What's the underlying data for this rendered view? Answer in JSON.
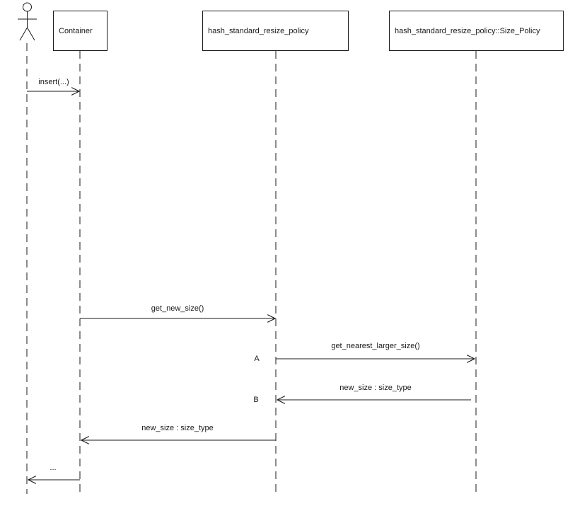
{
  "diagram": {
    "type": "uml-sequence",
    "colors": {
      "line": "#1a1a1a",
      "background": "#ffffff",
      "box_fill": "#ffffff"
    },
    "actor": {
      "id": "actor",
      "label": ""
    },
    "participants": [
      {
        "id": "container",
        "label": "Container"
      },
      {
        "id": "hash_standard_resize_policy",
        "label": "hash_standard_resize_policy"
      },
      {
        "id": "size_policy",
        "label": "hash_standard_resize_policy::Size_Policy"
      }
    ],
    "messages": [
      {
        "label": "insert(...)",
        "from": "actor",
        "to": "container"
      },
      {
        "label": "get_new_size()",
        "from": "container",
        "to": "hash_standard_resize_policy"
      },
      {
        "label": "get_nearest_larger_size()",
        "from": "hash_standard_resize_policy",
        "to": "size_policy",
        "marker": "A"
      },
      {
        "label": "new_size : size_type",
        "from": "size_policy",
        "to": "hash_standard_resize_policy",
        "marker": "B"
      },
      {
        "label": "new_size : size_type",
        "from": "hash_standard_resize_policy",
        "to": "container"
      },
      {
        "label": "...",
        "from": "container",
        "to": "actor"
      }
    ]
  }
}
